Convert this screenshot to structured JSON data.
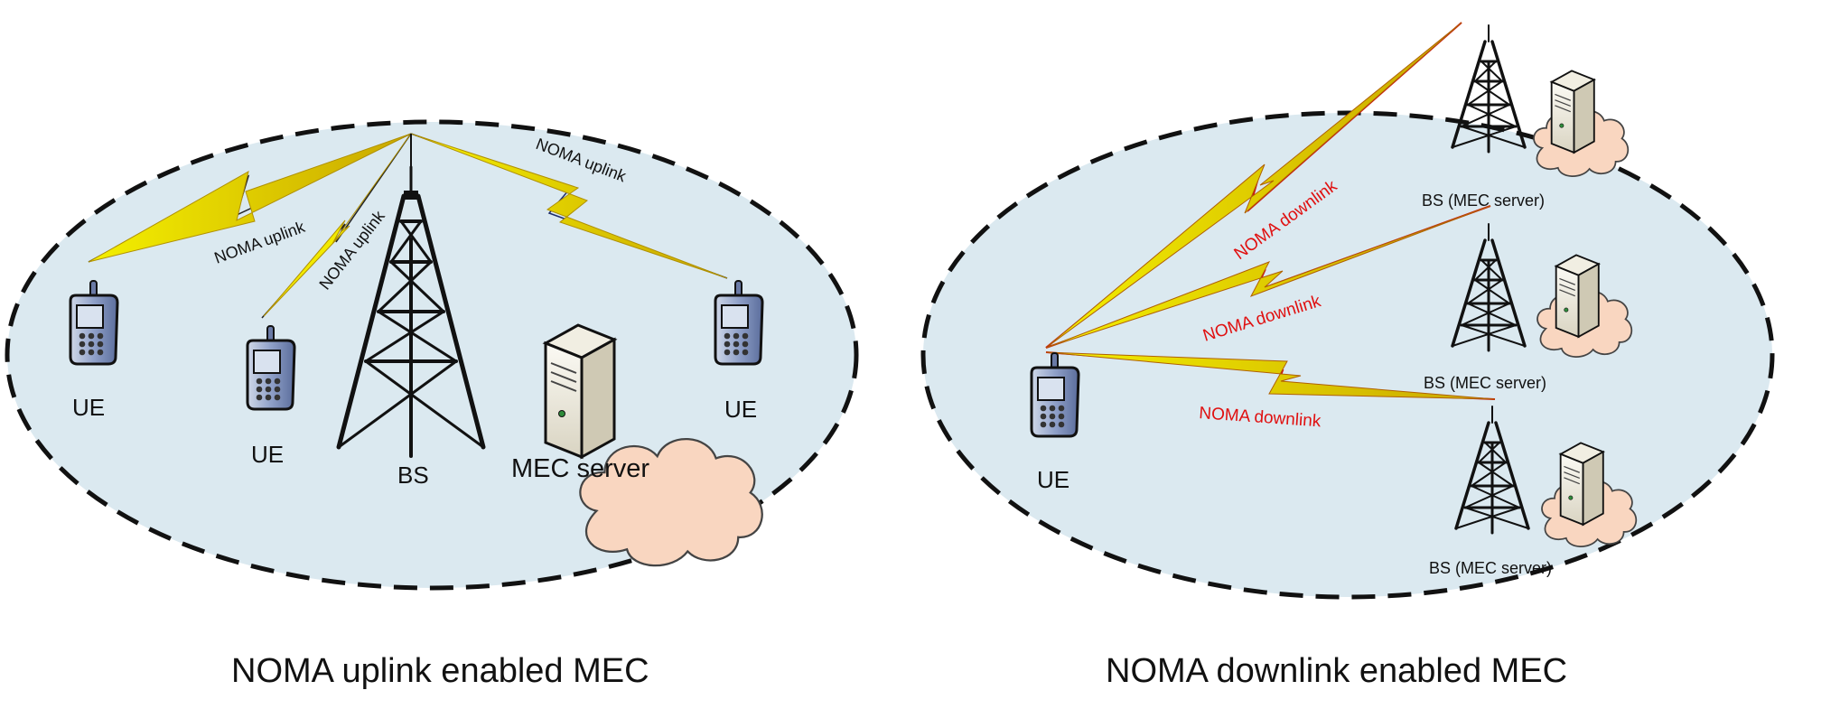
{
  "uplink_panel": {
    "caption": "NOMA uplink enabled MEC",
    "ue_labels": [
      "UE",
      "UE",
      "UE"
    ],
    "bs_label": "BS",
    "mec_label": "MEC server",
    "link_labels": [
      "NOMA uplink",
      "NOMA uplink",
      "NOMA uplink"
    ]
  },
  "downlink_panel": {
    "caption": "NOMA downlink enabled MEC",
    "ue_label": "UE",
    "bs_labels": [
      "BS (MEC server)",
      "BS (MEC server)",
      "BS (MEC server)"
    ],
    "link_labels": [
      "NOMA downlink",
      "NOMA downlink",
      "NOMA downlink"
    ]
  },
  "colors": {
    "cell_fill": "#dbe9f0",
    "cloud_fill": "#f9d6c0",
    "bolt_yellow": "#ffee00",
    "downlink_red": "#d81010"
  }
}
